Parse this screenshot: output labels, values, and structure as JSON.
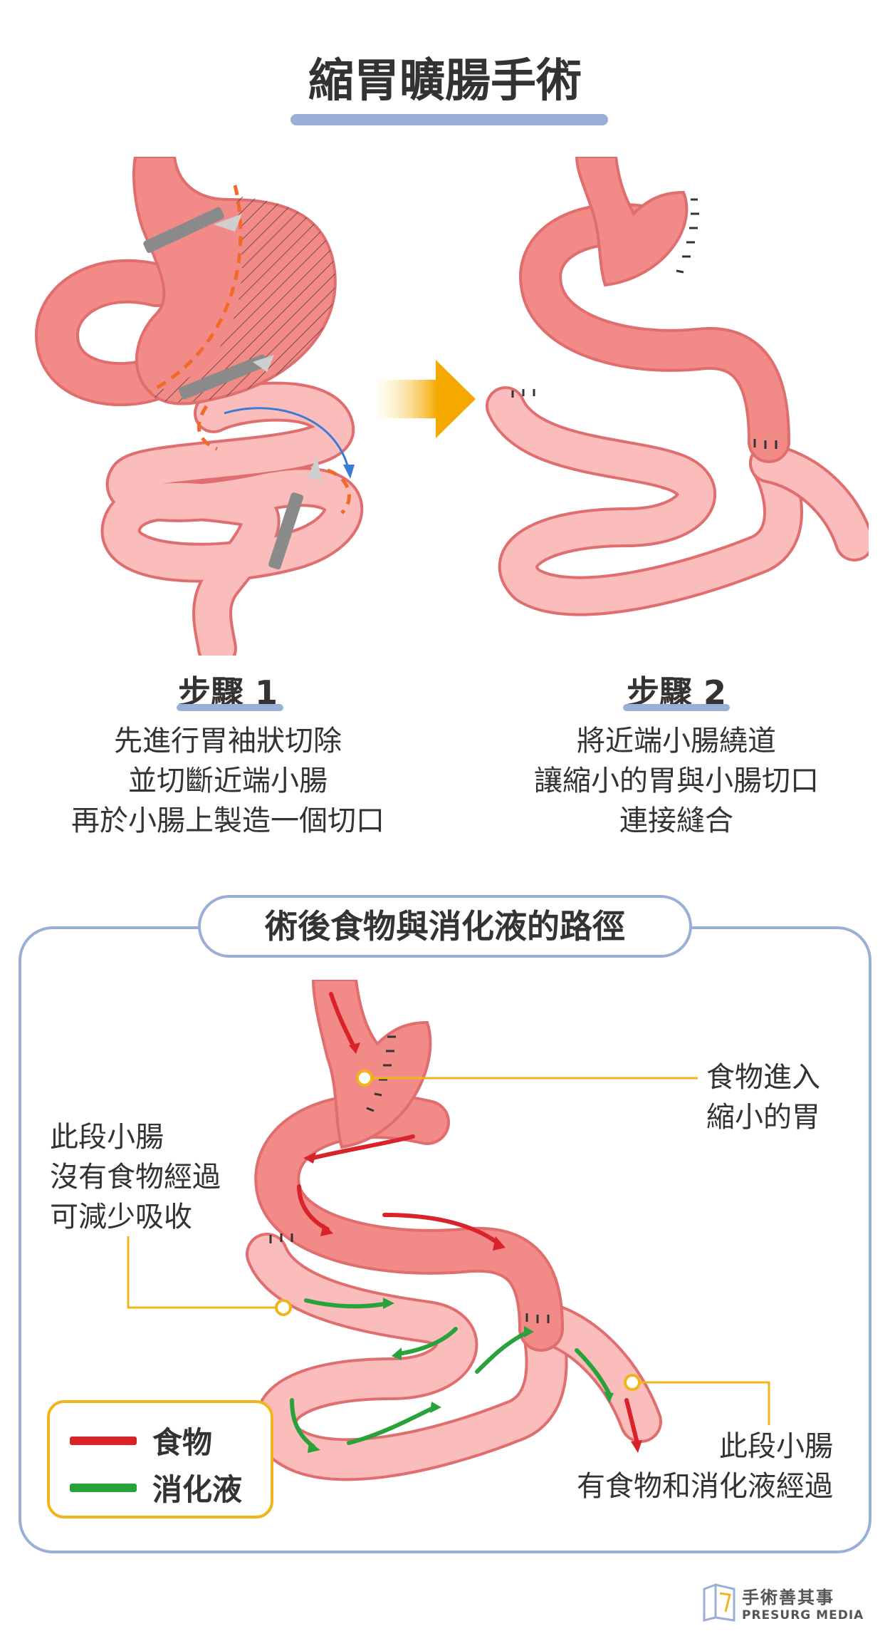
{
  "title": "縮胃曠腸手術",
  "steps": [
    {
      "label": "步驟 1",
      "lines": [
        "先進行胃袖狀切除",
        "並切斷近端小腸",
        "再於小腸上製造一個切口"
      ]
    },
    {
      "label": "步驟 2",
      "lines": [
        "將近端小腸繞道",
        "讓縮小的胃與小腸切口",
        "連接縫合"
      ]
    }
  ],
  "pathway": {
    "title": "術後食物與消化液的路徑",
    "notes": {
      "stomach": [
        "食物進入",
        "縮小的胃"
      ],
      "bypassed": [
        "此段小腸",
        "沒有食物經過",
        "可減少吸收"
      ],
      "common": [
        "此段小腸",
        "有食物和消化液經過"
      ]
    },
    "legend": [
      {
        "label": "食物",
        "color": "#d9232a"
      },
      {
        "label": "消化液",
        "color": "#2aa23c"
      }
    ]
  },
  "brand": {
    "name": "手術善其事",
    "sub": "PRESURG MEDIA"
  },
  "colors": {
    "stomach": "#f28a88",
    "intestine": "#fbbcbc",
    "outline": "#e06e6e",
    "accent_line": "#9aafd6",
    "callout": "#f1b51c",
    "cut_line": "#f26a2a",
    "arrow": "#f5a800"
  }
}
